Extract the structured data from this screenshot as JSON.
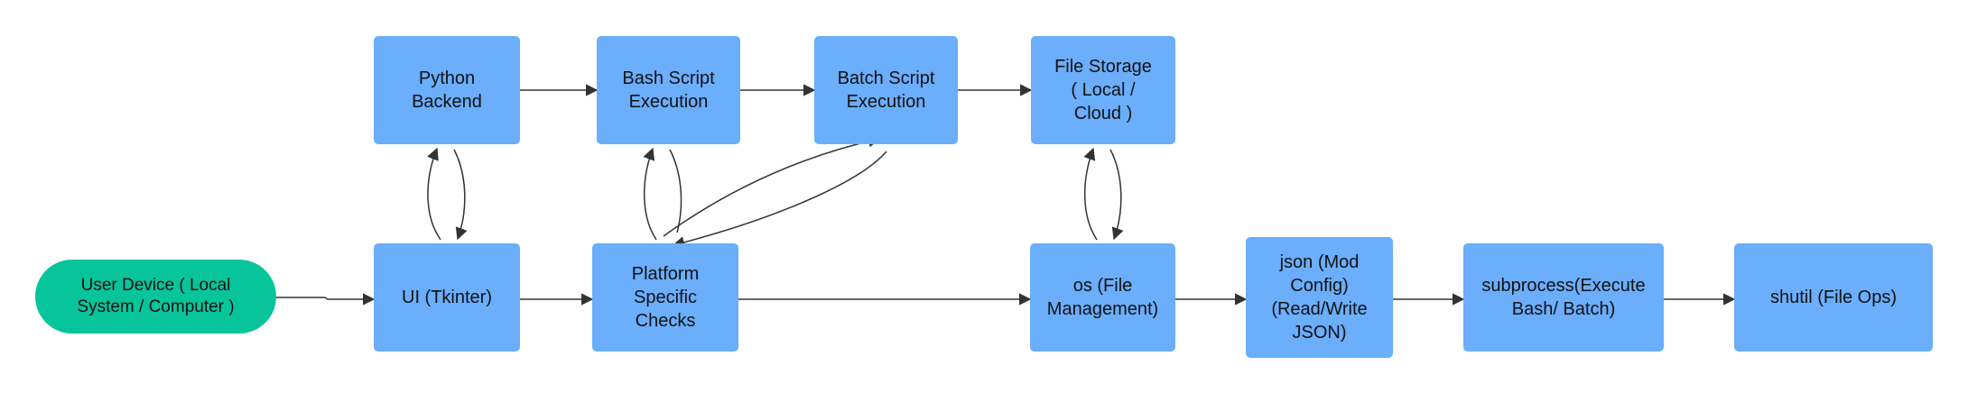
{
  "nodes": {
    "user_device": "User Device ( Local\nSystem / Computer )",
    "python_backend": "Python\nBackend",
    "bash_exec": "Bash Script\nExecution",
    "batch_exec": "Batch Script\nExecution",
    "file_storage": "File Storage\n( Local /\nCloud )",
    "ui_tkinter": "UI (Tkinter)",
    "platform_checks": "Platform\nSpecific\nChecks",
    "os_file_mgmt": "os (File\nManagement)",
    "json_config": "json (Mod\nConfig)\n(Read/Write\nJSON)",
    "subprocess": "subprocess(Execute\nBash/ Batch)",
    "shutil": "shutil (File Ops)"
  },
  "colors": {
    "box": "#6aaefc",
    "pill": "#08c49b",
    "edge": "#333333"
  }
}
